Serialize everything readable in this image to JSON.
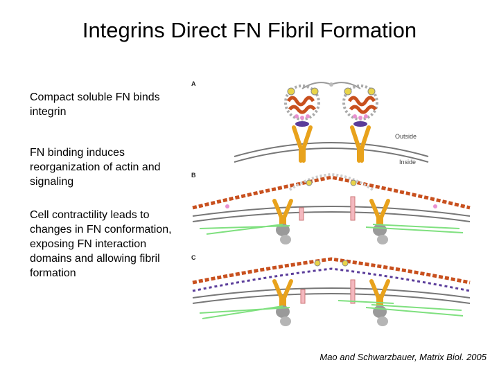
{
  "slide": {
    "title": "Integrins Direct FN Fibril Formation",
    "steps": [
      "Compact soluble FN binds integrin",
      "FN binding induces reorganization of actin and signaling",
      "Cell contractility leads to changes in FN conformation, exposing FN interaction domains and allowing fibril formation"
    ],
    "citation": "Mao and Schwarzbauer, Matrix Biol. 2005"
  },
  "figure": {
    "panels": [
      "A",
      "B",
      "C"
    ],
    "membrane_labels": {
      "outside": "Outside",
      "inside": "Inside"
    },
    "colors": {
      "membrane": "#777777",
      "integrin": "#e8a21c",
      "fn_orange": "#c8501e",
      "fn_yellow": "#e8d44a",
      "fn_pink": "#e890d0",
      "fn_purple": "#5a3c9a",
      "actin": "#7fe07f",
      "signal": "#9a9a9a",
      "bar": "#f4b8bf"
    }
  }
}
